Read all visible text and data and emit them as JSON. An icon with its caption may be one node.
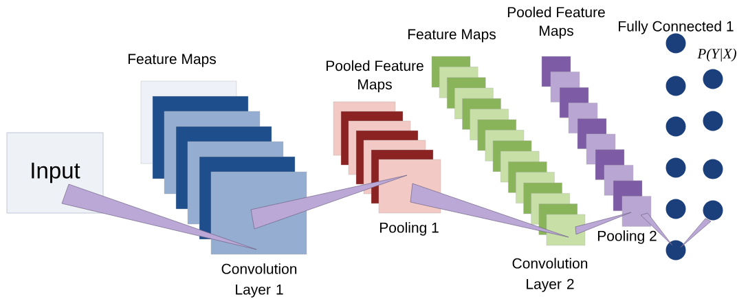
{
  "diagram": {
    "nodes": [
      {
        "text": [
          "Input"
        ]
      },
      {
        "text": [
          "Feature Maps"
        ],
        "beside": [
          "Convolution Layer 1"
        ]
      },
      {
        "text": [
          "Pooled Feature Maps"
        ]
      },
      {
        "text": [
          "Feature Maps"
        ],
        "beside": [
          "Convolution Layer 2"
        ]
      },
      {
        "text": [
          "Pooled Feature Maps"
        ]
      },
      {
        "text": [],
        "shape": "circle"
      },
      {
        "text": [],
        "shape": "circle"
      },
      {
        "text": [],
        "shape": "circle"
      },
      {
        "text": [],
        "shape": "circle"
      },
      {
        "text": [],
        "shape": "circle"
      },
      {
        "text": [],
        "shape": "circle"
      },
      {
        "text": [],
        "shape": "circle"
      },
      {
        "text": [],
        "shape": "circle"
      },
      {
        "text": [],
        "shape": "circle"
      },
      {
        "text": [],
        "shape": "circle"
      }
    ],
    "edges": [
      {
        "from": 0,
        "to": 1,
        "arrow": "none"
      },
      {
        "from": 1,
        "to": 2,
        "arrow": "none"
      },
      {
        "from": 2,
        "to": 3,
        "arrow": "none"
      },
      {
        "from": 3,
        "to": 4,
        "arrow": "none"
      },
      {
        "from": 4,
        "to": 10,
        "arrow": "none"
      },
      {
        "from": 14,
        "to": 10,
        "arrow": "none"
      }
    ],
    "labels": [
      "Pooling 1",
      "Fully Connected 1",
      "P(Y|X)",
      "Pooling 2"
    ]
  }
}
